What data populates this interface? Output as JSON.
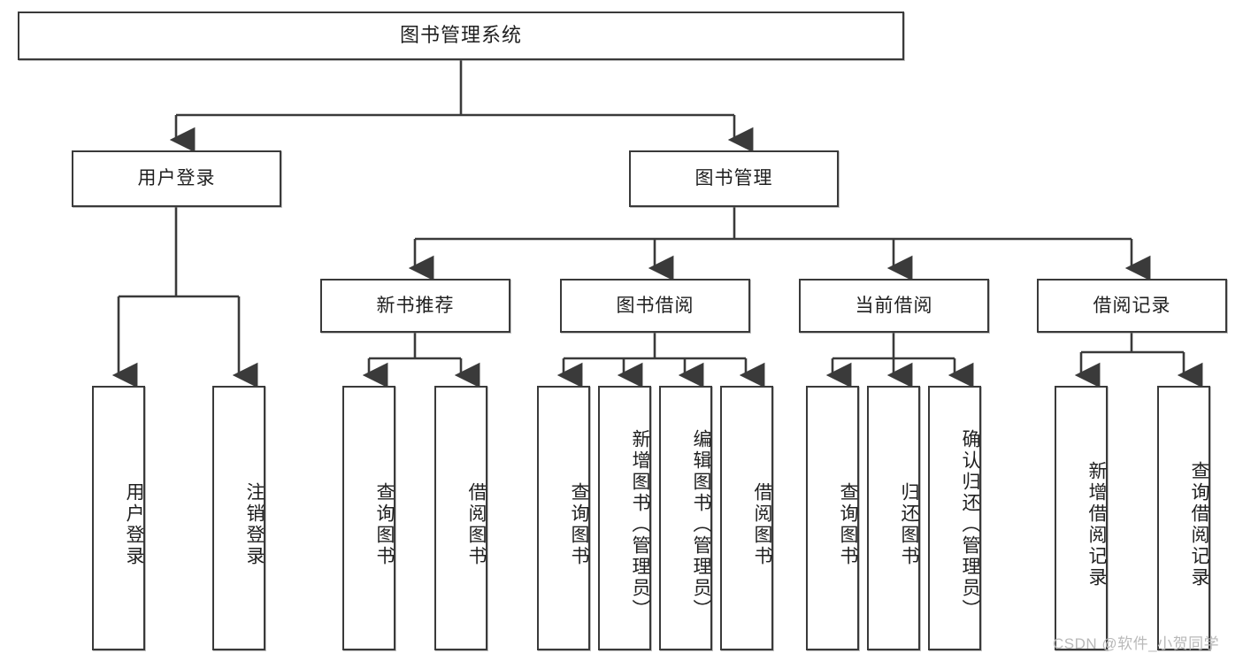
{
  "diagram": {
    "type": "hierarchy-tree",
    "title": "图书管理系统",
    "levels": 4,
    "root": {
      "label": "图书管理系统"
    },
    "level2": [
      {
        "label": "用户登录"
      },
      {
        "label": "图书管理"
      }
    ],
    "level3": [
      {
        "label": "新书推荐"
      },
      {
        "label": "图书借阅"
      },
      {
        "label": "当前借阅"
      },
      {
        "label": "借阅记录"
      }
    ],
    "leaves": {
      "user_login": [
        {
          "label": "用户登录"
        },
        {
          "label": "注销登录"
        }
      ],
      "new_book_recommend": [
        {
          "label": "查询图书"
        },
        {
          "label": "借阅图书"
        }
      ],
      "book_borrow": [
        {
          "label": "查询图书"
        },
        {
          "label": "新增图书（管理员）"
        },
        {
          "label": "编辑图书（管理员）"
        },
        {
          "label": "借阅图书"
        }
      ],
      "current_borrow": [
        {
          "label": "查询图书"
        },
        {
          "label": "归还图书"
        },
        {
          "label": "确认归还（管理员）"
        }
      ],
      "borrow_record": [
        {
          "label": "新增借阅记录"
        },
        {
          "label": "查询借阅记录"
        }
      ]
    }
  },
  "watermark": {
    "text": "CSDN @软件_小贺同学"
  },
  "colors": {
    "stroke": "#3a3a3a",
    "box_fill": "#ffffff",
    "text": "#1f1f1f",
    "watermark": "#b9b9b9",
    "background": "#ffffff"
  }
}
